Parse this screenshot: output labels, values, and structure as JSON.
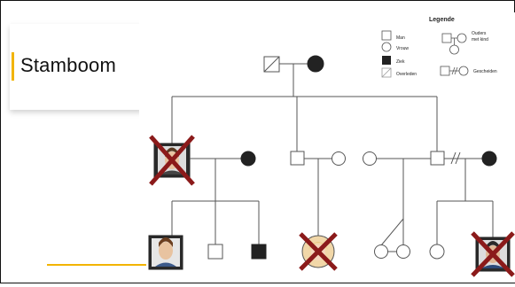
{
  "slide": {
    "title": "Stamboom"
  },
  "legend": {
    "title": "Legende",
    "man": "Man",
    "woman": "Vrouw",
    "sick": "Ziek",
    "deceased": "Overleden",
    "parents_line1": "Ouders",
    "parents_line2": "met kind",
    "divorced": "Gescheiden"
  },
  "colors": {
    "accent": "#f2b400",
    "line": "#555555",
    "affected": "#222222",
    "cross": "#8b1a1a"
  }
}
